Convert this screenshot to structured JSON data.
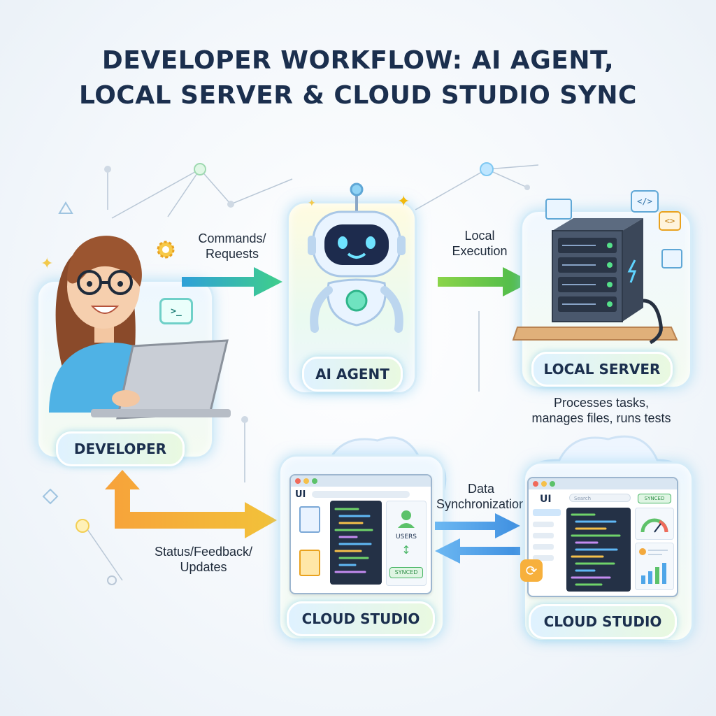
{
  "title": {
    "line1": "DEVELOPER WORKFLOW: AI AGENT,",
    "line2": "LOCAL SERVER & CLOUD STUDIO SYNC"
  },
  "nodes": {
    "developer": "DEVELOPER",
    "ai_agent": "AI AGENT",
    "local_server": "LOCAL SERVER",
    "cloud_studio_left": "CLOUD STUDIO",
    "cloud_studio_right": "CLOUD STUDIO"
  },
  "edges": {
    "commands_line1": "Commands/",
    "commands_line2": "Requests",
    "local_exec_line1": "Local",
    "local_exec_line2": "Execution",
    "data_sync_line1": "Data",
    "data_sync_line2": "Synchronization",
    "status_line1": "Status/Feedback/",
    "status_line2": "Updates"
  },
  "server_note": {
    "line1": "Processes tasks,",
    "line2": "manages files, runs tests"
  },
  "cloud_left_ui": {
    "ui_label": "UI",
    "users_label": "USERS",
    "synced_badge": "SYNCED"
  },
  "cloud_right_ui": {
    "ui_label": "UI",
    "search_placeholder": "Search",
    "synced_badge": "SYNCED"
  },
  "icons": {
    "terminal_bubble": ">_",
    "code_tag": "</>",
    "code_bracket": "<>"
  },
  "colors": {
    "title": "#1b2f4e",
    "arrow_teal": "#23b3a6",
    "arrow_green": "#6cc24a",
    "arrow_orange": "#f4a52a",
    "arrow_blue": "#3f9be6",
    "synced_green": "#47b564"
  }
}
